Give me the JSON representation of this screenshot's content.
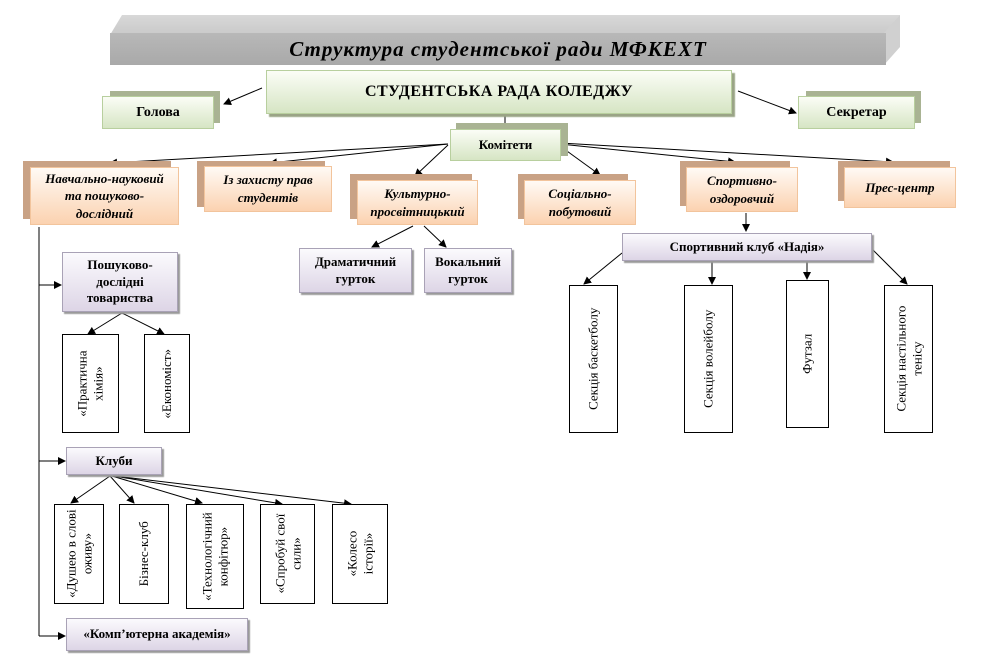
{
  "title": "Структура студентської ради МФКЕХТ",
  "council": "СТУДЕНТСЬКА РАДА КОЛЕДЖУ",
  "head": "Голова",
  "secretary": "Секретар",
  "committees_label": "Комітети",
  "committees": [
    {
      "label": "Навчально-науковий\nта пошуково-\nдослідний"
    },
    {
      "label": "Із захисту прав\nстудентів"
    },
    {
      "label": "Культурно-\nпросвітницький"
    },
    {
      "label": "Соціально-\nпобутовий"
    },
    {
      "label": "Спортивно-\nоздоровчий"
    },
    {
      "label": "Прес-центр"
    }
  ],
  "cultural_groups": [
    "Драматичний\nгурток",
    "Вокальний\nгурток"
  ],
  "research": {
    "societies": "Пошуково-\nдослідні\nтовариства",
    "societies_items": [
      "«Практична\nхімія»",
      "«Економіст»"
    ],
    "clubs": "Клуби",
    "clubs_items": [
      "«Душею в слові\nоживу»",
      "Бізнес-клуб",
      "«Технологічний\nконфітюр»",
      "«Спробуй свої\nсили»",
      "«Колесо\nісторії»"
    ],
    "academy": "«Комп’ютерна академія»"
  },
  "sport": {
    "club": "Спортивний клуб «Надія»",
    "sections": [
      "Секція баскетболу",
      "Секція волейболу",
      "Футзал",
      "Секція настільного\nтенісу"
    ]
  }
}
